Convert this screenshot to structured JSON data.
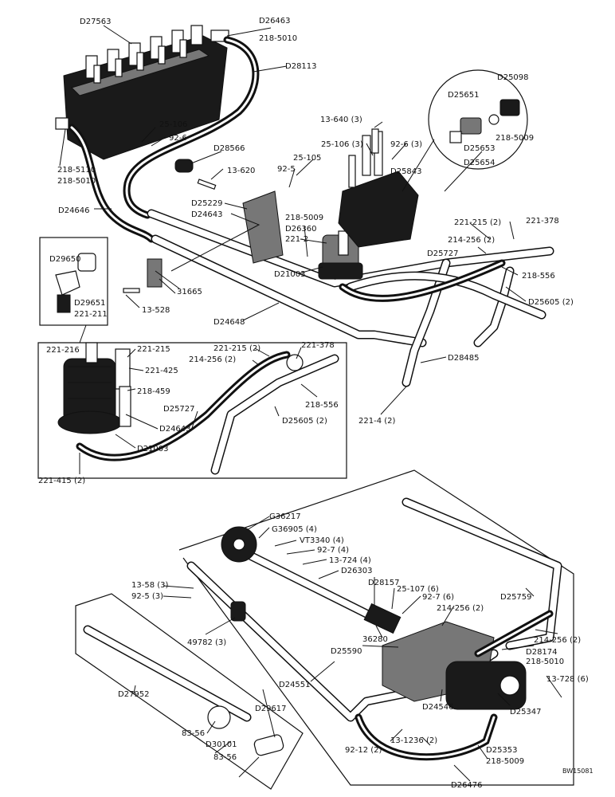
{
  "labels": {
    "D27563": "D27563",
    "D26463": "D26463",
    "p218_5010_top": "218-5010",
    "D28113": "D28113",
    "p25_106": "25-106",
    "p92_6": "92-6",
    "D28566": "D28566",
    "p13_620": "13-620",
    "p218_5110": "218-5110",
    "p218_5010_left": "218-5010",
    "D24646": "D24646",
    "D25229": "D25229",
    "D24643_top": "D24643",
    "p92_5": "92-5",
    "p25_105": "25-105",
    "p13_640_3": "13-640 (3)",
    "p25_106_3": "25-106 (3)",
    "p92_6_3": "92-6 (3)",
    "D25843": "D25843",
    "D25098": "D25098",
    "D25651": "D25651",
    "p218_5009_inset": "218-5009",
    "D25653": "D25653",
    "D25654": "D25654",
    "p218_5009": "218-5009",
    "D26360": "D26360",
    "p221_2": "221-2",
    "D21003_top": "D21003",
    "p221_215_2_top": "221-215 (2)",
    "p221_378_top": "221-378",
    "p214_256_2_top": "214-256 (2)",
    "D25727_top": "D25727",
    "p218_556_top": "218-556",
    "D25605_2_top": "D25605 (2)",
    "D28485": "D28485",
    "p221_4_2": "221-4 (2)",
    "D29650": "D29650",
    "D29651": "D29651",
    "p221_211": "221-211",
    "p13_528": "13-528",
    "p31665": "31665",
    "D24648": "D24648",
    "p221_216": "221-216",
    "p221_215": "221-215",
    "p221_425": "221-425",
    "p218_459": "218-459",
    "D25727_inset": "D25727",
    "D24643_inset": "D24643",
    "D21003_inset": "D21003",
    "p221_415_2": "221-415 (2)",
    "p221_215_2_inset": "221-215 (2)",
    "p214_256_2_inset": "214-256 (2)",
    "p221_378_inset": "221-378",
    "p218_556_inset": "218-556",
    "D25605_2_inset": "D25605 (2)",
    "G36217": "G36217",
    "G36905_4": "G36905 (4)",
    "VT3340_4": "VT3340 (4)",
    "p92_7_4": "92-7 (4)",
    "p13_724_4": "13-724 (4)",
    "D26303": "D26303",
    "D28157": "D28157",
    "p25_107_6": "25-107 (6)",
    "p92_7_6": "92-7 (6)",
    "p13_58_3": "13-58 (3)",
    "p92_5_3": "92-5 (3)",
    "p49782_3": "49782 (3)",
    "p36280": "36280",
    "D25590": "D25590",
    "p214_256_2_bot1": "214-256 (2)",
    "D25759": "D25759",
    "p214_256_2_bot2": "214-256 (2)",
    "D28174": "D28174",
    "p218_5010_bot": "218-5010",
    "p13_728_6": "13-728 (6)",
    "D27952": "D27952",
    "D29617": "D29617",
    "D24551": "D24551",
    "D24546": "D24546",
    "D25347": "D25347",
    "p83_56_a": "83-56",
    "p83_56_b": "83-56",
    "D30101": "D30101",
    "p92_12_2": "92-12 (2)",
    "p13_1236_2": "13-1236 (2)",
    "D25353": "D25353",
    "p218_5009_bot": "218-5009",
    "D26476": "D26476",
    "code": "BW15081"
  }
}
